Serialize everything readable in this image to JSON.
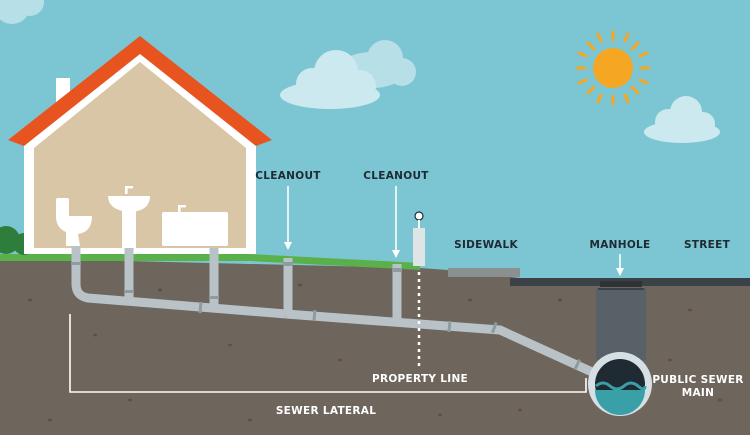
{
  "labels": {
    "cleanout_1": "CLEANOUT",
    "cleanout_2": "CLEANOUT",
    "sidewalk": "SIDEWALK",
    "manhole": "MANHOLE",
    "street": "STREET",
    "property_line": "PROPERTY LINE",
    "public_sewer_line1": "PUBLIC SEWER",
    "public_sewer_line2": "MAIN",
    "sewer_lateral": "SEWER LATERAL"
  },
  "colors": {
    "sky": "#7cc6d3",
    "soil": "#6e655d",
    "grass": "#5ab04b",
    "roof": "#e8541f",
    "house_wall": "#d8c6a6",
    "pipe": "#b9c3c7",
    "sun": "#f5a623",
    "water": "#3aa0a8"
  },
  "icons": {
    "sun": "sun-icon",
    "clouds": "cloud-icon",
    "toilet": "toilet-icon",
    "sink": "sink-icon",
    "bathtub": "bathtub-icon"
  }
}
